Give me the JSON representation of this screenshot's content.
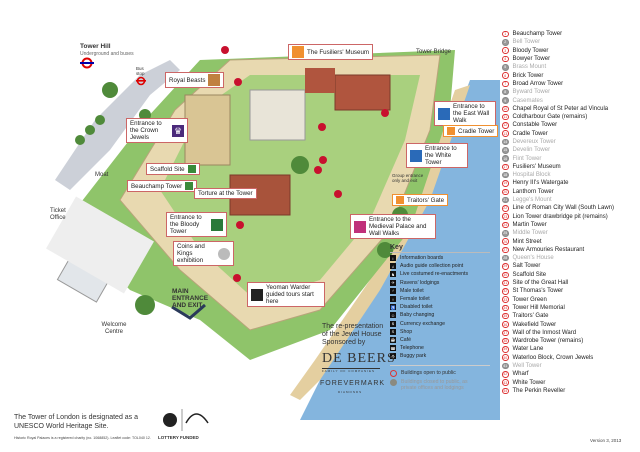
{
  "map_labels": {
    "tower_hill": "Tower Hill",
    "tower_hill_sub": "Underground and buses",
    "bus_stop": "Bus stop",
    "tower_bridge": "Tower Bridge",
    "moat": "Moat",
    "ticket_office": "Ticket Office",
    "welcome_centre": "Welcome Centre",
    "main_entrance": "MAIN ENTRANCE AND EXIT",
    "group_entrance": "Group entrance only and exit"
  },
  "callouts": {
    "fusiliers": "The Fusiliers' Museum",
    "royal_beasts": "Royal Beasts",
    "crown_jewels": "Entrance to the Crown Jewels",
    "scaffold": "Scaffold Site",
    "beauchamp": "Beauchamp Tower",
    "torture": "Torture at the Tower",
    "bloody_tower": "Entrance to the Bloody Tower",
    "coins": "Coins and Kings exhibition",
    "yeoman": "Yeoman Warder guided tours start here",
    "east_wall": "Entrance to the East Wall Walk",
    "cradle": "Cradle Tower",
    "white_tower": "Entrance to the White Tower",
    "traitors": "Traitors' Gate",
    "medieval": "Entrance to the Medieval Palace and Wall Walks"
  },
  "colors": {
    "open": "#d33333",
    "closed": "#8a8a80",
    "lawn": "#8fc46a",
    "water": "#6fa8d8",
    "wall": "#e8d9b0",
    "callout_border": "#c66666",
    "crown_jewels": "#4b2a7b"
  },
  "places": [
    {
      "n": "1",
      "name": "Beauchamp Tower",
      "open": true
    },
    {
      "n": "2",
      "name": "Bell Tower",
      "open": false
    },
    {
      "n": "3",
      "name": "Bloody Tower",
      "open": true
    },
    {
      "n": "4",
      "name": "Bowyer Tower",
      "open": true
    },
    {
      "n": "5",
      "name": "Brass Mount",
      "open": false
    },
    {
      "n": "6",
      "name": "Brick Tower",
      "open": true
    },
    {
      "n": "7",
      "name": "Broad Arrow Tower",
      "open": true
    },
    {
      "n": "8",
      "name": "Byward Tower",
      "open": false
    },
    {
      "n": "9",
      "name": "Casemates",
      "open": false
    },
    {
      "n": "10",
      "name": "Chapel Royal of St Peter ad Vincula",
      "open": true
    },
    {
      "n": "11",
      "name": "Coldharbour Gate (remains)",
      "open": true
    },
    {
      "n": "12",
      "name": "Constable Tower",
      "open": true
    },
    {
      "n": "13",
      "name": "Cradle Tower",
      "open": true
    },
    {
      "n": "14",
      "name": "Devereux Tower",
      "open": false
    },
    {
      "n": "15",
      "name": "Develin Tower",
      "open": false
    },
    {
      "n": "16",
      "name": "Flint Tower",
      "open": false
    },
    {
      "n": "17",
      "name": "Fusiliers' Museum",
      "open": true
    },
    {
      "n": "18",
      "name": "Hospital Block",
      "open": false
    },
    {
      "n": "19",
      "name": "Henry III's Watergate",
      "open": true
    },
    {
      "n": "20",
      "name": "Lanthorn Tower",
      "open": true
    },
    {
      "n": "21",
      "name": "Legge's Mount",
      "open": false
    },
    {
      "n": "22",
      "name": "Line of Roman City Wall (South Lawn)",
      "open": true
    },
    {
      "n": "23",
      "name": "Lion Tower drawbridge pit (remains)",
      "open": true
    },
    {
      "n": "24",
      "name": "Martin Tower",
      "open": true
    },
    {
      "n": "25",
      "name": "Middle Tower",
      "open": false
    },
    {
      "n": "26",
      "name": "Mint Street",
      "open": true
    },
    {
      "n": "27",
      "name": "New Armouries Restaurant",
      "open": true
    },
    {
      "n": "28",
      "name": "Queen's House",
      "open": false
    },
    {
      "n": "29",
      "name": "Salt Tower",
      "open": true
    },
    {
      "n": "30",
      "name": "Scaffold Site",
      "open": true
    },
    {
      "n": "31",
      "name": "Site of the Great Hall",
      "open": true
    },
    {
      "n": "32",
      "name": "St Thomas's Tower",
      "open": true
    },
    {
      "n": "33",
      "name": "Tower Green",
      "open": true
    },
    {
      "n": "34",
      "name": "Tower Hill Memorial",
      "open": true
    },
    {
      "n": "35",
      "name": "Traitors' Gate",
      "open": true
    },
    {
      "n": "36",
      "name": "Wakefield Tower",
      "open": true
    },
    {
      "n": "37",
      "name": "Wall of the Inmost Ward",
      "open": true
    },
    {
      "n": "38",
      "name": "Wardrobe Tower (remains)",
      "open": true
    },
    {
      "n": "39",
      "name": "Water Lane",
      "open": true
    },
    {
      "n": "40",
      "name": "Waterloo Block, Crown Jewels",
      "open": true
    },
    {
      "n": "41",
      "name": "Well Tower",
      "open": false
    },
    {
      "n": "42",
      "name": "Wharf",
      "open": true
    },
    {
      "n": "43",
      "name": "White Tower",
      "open": true
    },
    {
      "n": "44",
      "name": "The Perkin Reveller",
      "open": true
    }
  ],
  "key": {
    "title": "Key",
    "items": [
      {
        "icon": "information-icon",
        "glyph": "i",
        "label": "Information boards"
      },
      {
        "icon": "audio-guide-icon",
        "glyph": "♫",
        "label": "Audio guide collection point"
      },
      {
        "icon": "reenactment-icon",
        "glyph": "♞",
        "label": "Live costumed re-enactments"
      },
      {
        "icon": "raven-icon",
        "glyph": "✈",
        "label": "Ravens' lodgings"
      },
      {
        "icon": "male-toilet-icon",
        "glyph": "♂",
        "label": "Male toilet"
      },
      {
        "icon": "female-toilet-icon",
        "glyph": "♀",
        "label": "Female toilet"
      },
      {
        "icon": "disabled-toilet-icon",
        "glyph": "♿",
        "label": "Disabled toilet"
      },
      {
        "icon": "baby-changing-icon",
        "glyph": "☺",
        "label": "Baby changing"
      },
      {
        "icon": "currency-exchange-icon",
        "glyph": "$",
        "label": "Currency exchange"
      },
      {
        "icon": "shop-icon",
        "glyph": "S",
        "label": "Shop"
      },
      {
        "icon": "cafe-icon",
        "glyph": "☕",
        "label": "Café"
      },
      {
        "icon": "telephone-icon",
        "glyph": "☎",
        "label": "Telephone"
      },
      {
        "icon": "buggy-park-icon",
        "glyph": "⚙",
        "label": "Buggy park"
      }
    ],
    "open_label": "Buildings open to public",
    "closed_label": "Buildings closed to public, as private offices and lodgings"
  },
  "sponsor": {
    "text": "The re-presentation of the Jewel House Sponsored by",
    "logo1": "DE BEERS",
    "logo1_sub": "FAMILY OF COMPANIES",
    "logo2": "FOREVERMARK",
    "logo2_sub": "DIAMONDS"
  },
  "footer": {
    "unesco": "The Tower of London is designated as a UNESCO World Heritage Site.",
    "charity": "Historic Royal Palaces is a registered charity (no. 1068852).  Leaflet code: TOL040 12.",
    "lottery": "LOTTERY FUNDED",
    "heritage_logo": "heritage lottery fund",
    "version": "Version 3, 2013"
  }
}
